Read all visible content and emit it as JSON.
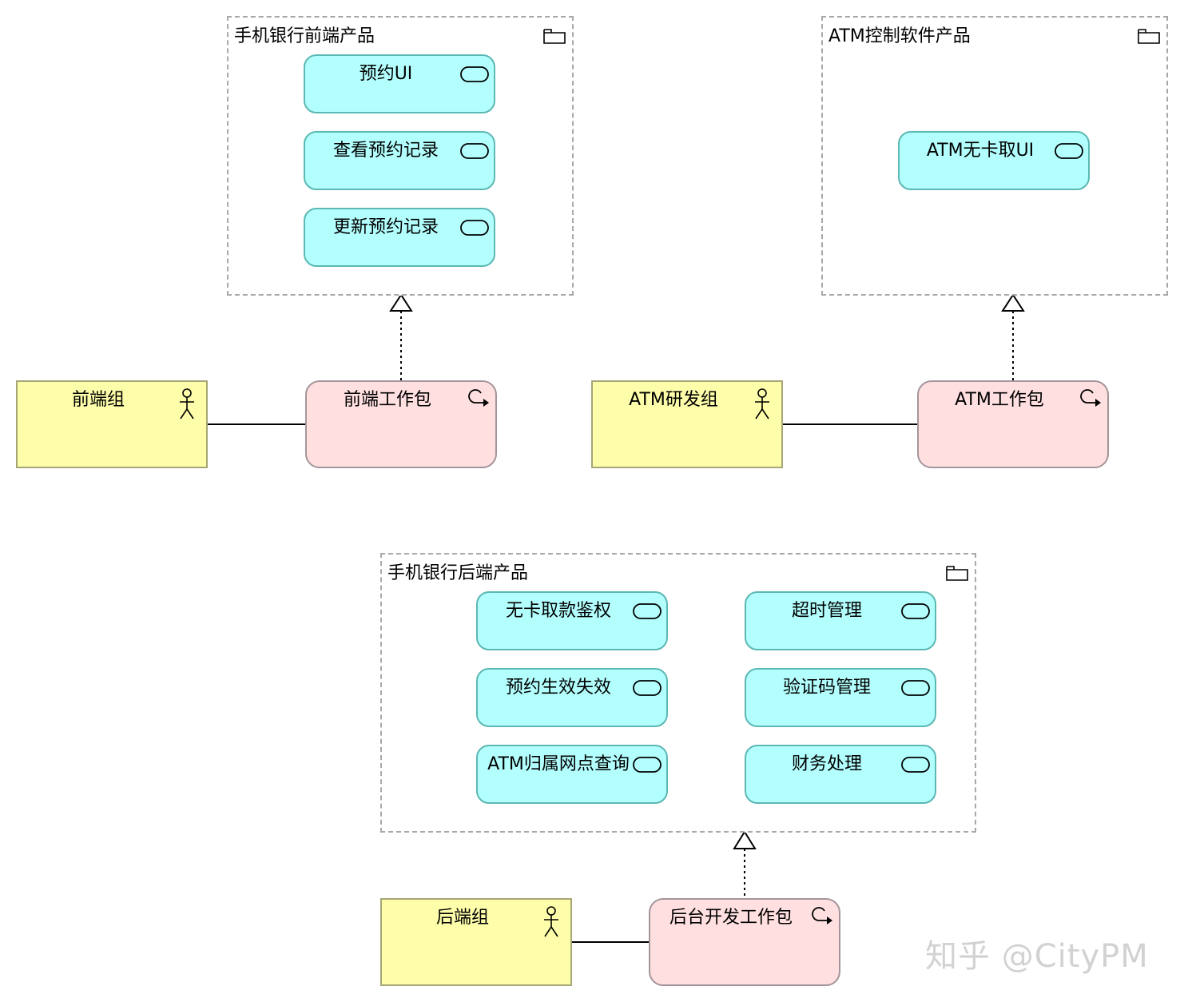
{
  "groups": {
    "mobile_frontend": {
      "title": "手机银行前端产品"
    },
    "atm_control": {
      "title": "ATM控制软件产品"
    },
    "mobile_backend": {
      "title": "手机银行后端产品"
    }
  },
  "interfaces": {
    "reserve_ui": "预约UI",
    "view_records": "查看预约记录",
    "update_records": "更新预约记录",
    "atm_cardless_ui": "ATM无卡取UI",
    "cardless_auth": "无卡取款鉴权",
    "timeout_mgmt": "超时管理",
    "reserve_valid": "预约生效失效",
    "captcha_mgmt": "验证码管理",
    "atm_branch_query": "ATM归属网点查询",
    "finance_process": "财务处理"
  },
  "actors": {
    "frontend_team": "前端组",
    "atm_team": "ATM研发组",
    "backend_team": "后端组"
  },
  "work_packages": {
    "frontend_wp": "前端工作包",
    "atm_wp": "ATM工作包",
    "backend_wp": "后台开发工作包"
  },
  "watermark": "知乎 @CityPM",
  "colors": {
    "interface_fill": "#b3fffe",
    "interface_border": "#5bb8b3",
    "work_package_fill": "#ffdfe0",
    "work_package_border": "#a4959a",
    "actor_fill": "#fdfdaa",
    "actor_border": "#a6a676",
    "group_border": "#a8a8a8",
    "watermark": "#d2d2d2"
  },
  "icons": {
    "group": "folder-icon",
    "interface": "interface-pill-icon",
    "actor": "stick-figure-icon",
    "work_package": "circular-arrow-icon"
  }
}
